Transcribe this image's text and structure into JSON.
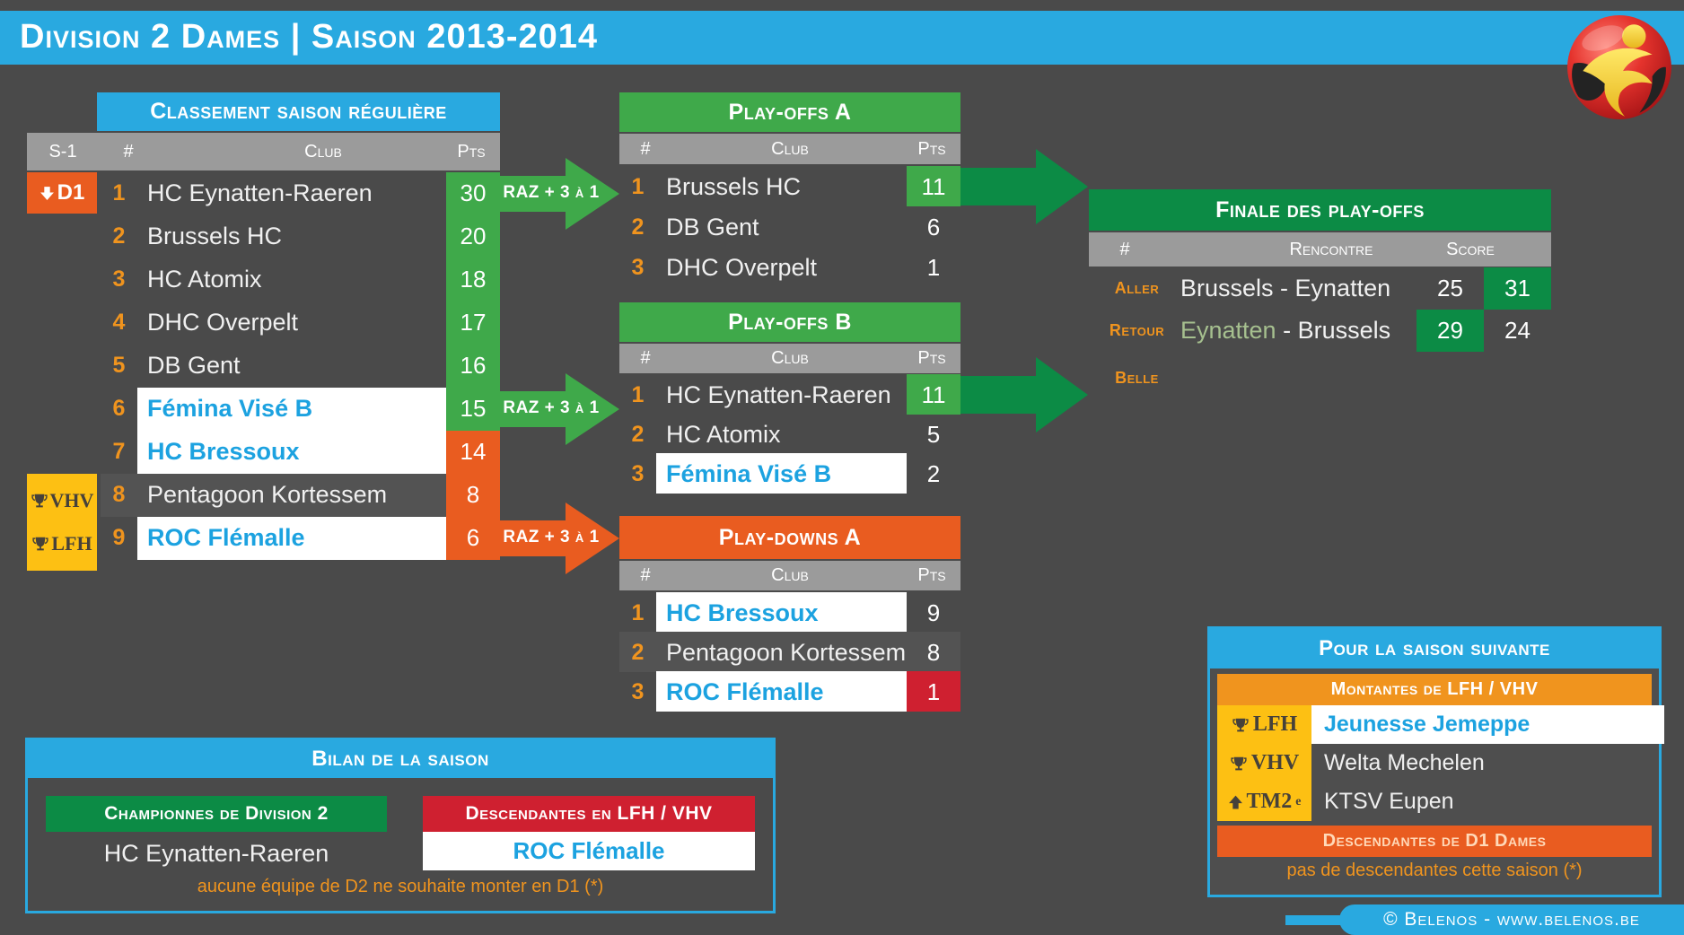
{
  "header": {
    "title": "Division 2 Dames | Saison 2013-2014"
  },
  "regular_season": {
    "title": "Classement saison régulière",
    "columns": {
      "s1": "S-1",
      "rank": "#",
      "club": "Club",
      "pts": "Pts"
    },
    "relegated_to_d1": "D1",
    "promoted_badges": [
      "VHV",
      "LFH"
    ],
    "rows": [
      {
        "rank": "1",
        "club": "HC Eynatten-Raeren",
        "pts": "30"
      },
      {
        "rank": "2",
        "club": "Brussels HC",
        "pts": "20"
      },
      {
        "rank": "3",
        "club": "HC Atomix",
        "pts": "18"
      },
      {
        "rank": "4",
        "club": "DHC Overpelt",
        "pts": "17"
      },
      {
        "rank": "5",
        "club": "DB Gent",
        "pts": "16"
      },
      {
        "rank": "6",
        "club": "Fémina Visé B",
        "pts": "15"
      },
      {
        "rank": "7",
        "club": "HC Bressoux",
        "pts": "14"
      },
      {
        "rank": "8",
        "club": "Pentagoon Kortessem",
        "pts": "8"
      },
      {
        "rank": "9",
        "club": "ROC Flémalle",
        "pts": "6"
      }
    ]
  },
  "arrow_label": "RAZ + 3 à 1",
  "playoffs_a": {
    "title": "Play-offs A",
    "columns": {
      "rank": "#",
      "club": "Club",
      "pts": "Pts"
    },
    "rows": [
      {
        "rank": "1",
        "club": "Brussels HC",
        "pts": "11"
      },
      {
        "rank": "2",
        "club": "DB Gent",
        "pts": "6"
      },
      {
        "rank": "3",
        "club": "DHC Overpelt",
        "pts": "1"
      }
    ]
  },
  "playoffs_b": {
    "title": "Play-offs B",
    "columns": {
      "rank": "#",
      "club": "Club",
      "pts": "Pts"
    },
    "rows": [
      {
        "rank": "1",
        "club": "HC Eynatten-Raeren",
        "pts": "11"
      },
      {
        "rank": "2",
        "club": "HC Atomix",
        "pts": "5"
      },
      {
        "rank": "3",
        "club": "Fémina Visé B",
        "pts": "2"
      }
    ]
  },
  "playdowns_a": {
    "title": "Play-downs A",
    "columns": {
      "rank": "#",
      "club": "Club",
      "pts": "Pts"
    },
    "rows": [
      {
        "rank": "1",
        "club": "HC Bressoux",
        "pts": "9"
      },
      {
        "rank": "2",
        "club": "Pentagoon Kortessem",
        "pts": "8"
      },
      {
        "rank": "3",
        "club": "ROC Flémalle",
        "pts": "1"
      }
    ]
  },
  "finale": {
    "title": "Finale des play-offs",
    "columns": {
      "rank": "#",
      "match": "Rencontre",
      "score": "Score"
    },
    "rows": [
      {
        "label": "Aller",
        "home": "Brussels",
        "separator": " - ",
        "away": "Eynatten",
        "score_home": "25",
        "score_away": "31"
      },
      {
        "label": "Retour",
        "home": "Eynatten",
        "separator": " - ",
        "away": "Brussels",
        "score_home": "29",
        "score_away": "24"
      },
      {
        "label": "Belle"
      }
    ]
  },
  "bilan": {
    "title": "Bilan de la saison",
    "champion_header": "Championnes de Division 2",
    "champion": "HC Eynatten-Raeren",
    "relegated_header": "Descendantes en LFH / VHV",
    "relegated": "ROC Flémalle",
    "note": "aucune équipe de D2 ne souhaite monter en D1 (*)"
  },
  "next_season": {
    "title": "Pour la saison suivante",
    "promoted_header": "Montantes de LFH / VHV",
    "promoted": [
      {
        "badge": "LFH",
        "club": "Jeunesse Jemeppe"
      },
      {
        "badge": "VHV",
        "club": "Welta Mechelen"
      },
      {
        "badge": "TM2",
        "badge_sup": "e",
        "club": "KTSV Eupen"
      }
    ],
    "relegated_header": "Descendantes de D1 Dames",
    "relegated_note": "pas de descendantes cette saison (*)"
  },
  "footer": {
    "credit": "© Belenos - www.belenos.be"
  },
  "colors": {
    "blue": "#29a9e0",
    "green_light": "#3fa94a",
    "green_dark": "#0c8b45",
    "orange": "#e95c20",
    "orange_bright": "#f0941e",
    "red": "#cf2030",
    "yellow": "#fdc013",
    "club_blue": "#1ca2e0",
    "winner_green": "#a6c08f"
  },
  "chart_data": {
    "type": "table",
    "title": "Division 2 Dames | Saison 2013-2014",
    "tables": [
      {
        "name": "Classement saison régulière",
        "columns": [
          "S-1",
          "#",
          "Club",
          "Pts"
        ],
        "rows": [
          [
            "D1 (descendante)",
            1,
            "HC Eynatten-Raeren",
            30
          ],
          [
            "",
            2,
            "Brussels HC",
            20
          ],
          [
            "",
            3,
            "HC Atomix",
            18
          ],
          [
            "",
            4,
            "DHC Overpelt",
            17
          ],
          [
            "",
            5,
            "DB Gent",
            16
          ],
          [
            "",
            6,
            "Fémina Visé B",
            15
          ],
          [
            "",
            7,
            "HC Bressoux",
            14
          ],
          [
            "VHV",
            8,
            "Pentagoon Kortessem",
            8
          ],
          [
            "LFH",
            9,
            "ROC Flémalle",
            6
          ]
        ]
      },
      {
        "name": "Play-offs A",
        "columns": [
          "#",
          "Club",
          "Pts"
        ],
        "rows": [
          [
            1,
            "Brussels HC",
            11
          ],
          [
            2,
            "DB Gent",
            6
          ],
          [
            3,
            "DHC Overpelt",
            1
          ]
        ]
      },
      {
        "name": "Play-offs B",
        "columns": [
          "#",
          "Club",
          "Pts"
        ],
        "rows": [
          [
            1,
            "HC Eynatten-Raeren",
            11
          ],
          [
            2,
            "HC Atomix",
            5
          ],
          [
            3,
            "Fémina Visé B",
            2
          ]
        ]
      },
      {
        "name": "Play-downs A",
        "columns": [
          "#",
          "Club",
          "Pts"
        ],
        "rows": [
          [
            1,
            "HC Bressoux",
            9
          ],
          [
            2,
            "Pentagoon Kortessem",
            8
          ],
          [
            3,
            "ROC Flémalle",
            1
          ]
        ]
      },
      {
        "name": "Finale des play-offs",
        "columns": [
          "#",
          "Rencontre",
          "Score"
        ],
        "rows": [
          [
            "Aller",
            "Brussels - Eynatten",
            "25 - 31"
          ],
          [
            "Retour",
            "Eynatten - Brussels",
            "29 - 24"
          ],
          [
            "Belle",
            "",
            ""
          ]
        ]
      }
    ]
  }
}
